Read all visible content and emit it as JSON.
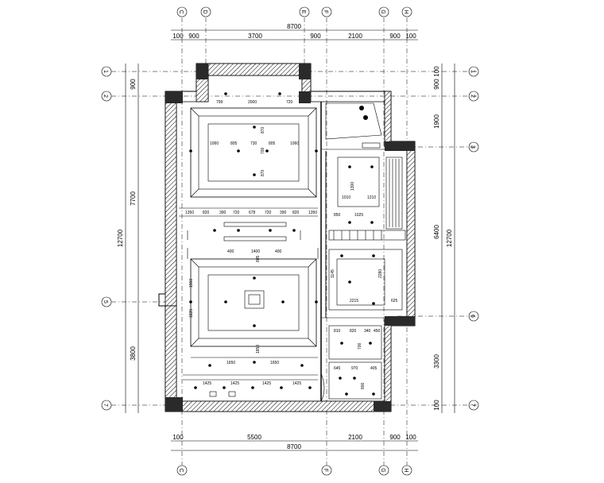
{
  "axes_top": [
    "C",
    "D",
    "E",
    "F",
    "G",
    "H"
  ],
  "axes_bottom": [
    "C",
    "F",
    "G",
    "H"
  ],
  "axes_left": [
    "1",
    "2",
    "5",
    "7"
  ],
  "axes_right": [
    "1",
    "2",
    "3",
    "6",
    "7"
  ],
  "dims_top_total": "8700",
  "dims_top": [
    "100",
    "900",
    "3700",
    "900",
    "2100",
    "900",
    "100"
  ],
  "dims_bottom": [
    "100",
    "5500",
    "2100",
    "900",
    "100"
  ],
  "dims_bottom_total": "8700",
  "dims_left": [
    "900",
    "7700",
    "3800"
  ],
  "dims_left_total": "12700",
  "dims_right": [
    "900",
    "100",
    "1900",
    "6400",
    "3300",
    "100"
  ],
  "dims_right_total": "12700",
  "room1": {
    "top_dims": [
      "799",
      "2000",
      "720"
    ],
    "mid_dims": [
      "1060",
      "805",
      "730",
      "805",
      "1060"
    ],
    "v_dims": [
      "870",
      "700",
      "870"
    ]
  },
  "mid_dims": [
    "1350",
    "820",
    "390",
    "720",
    "678",
    "720",
    "390",
    "820",
    "1350"
  ],
  "bar_dims": [
    "400",
    "1400",
    "400"
  ],
  "room2": {
    "mid_dims": [
      "1960",
      "1835"
    ],
    "v_dims": [
      "1850",
      "805"
    ],
    "bottom_dims": [
      "1650",
      "1650"
    ]
  },
  "lower_dims": [
    "1425",
    "1425",
    "1425",
    "1425"
  ],
  "right_rooms": {
    "r1": [
      "1010",
      "1300",
      "1210",
      "850",
      "1025"
    ],
    "r2": [
      "2215",
      "625",
      "1145",
      "2280"
    ],
    "r3": [
      "810",
      "820",
      "340",
      "450",
      "700"
    ],
    "r4": [
      "645",
      "970",
      "405",
      "800"
    ]
  }
}
